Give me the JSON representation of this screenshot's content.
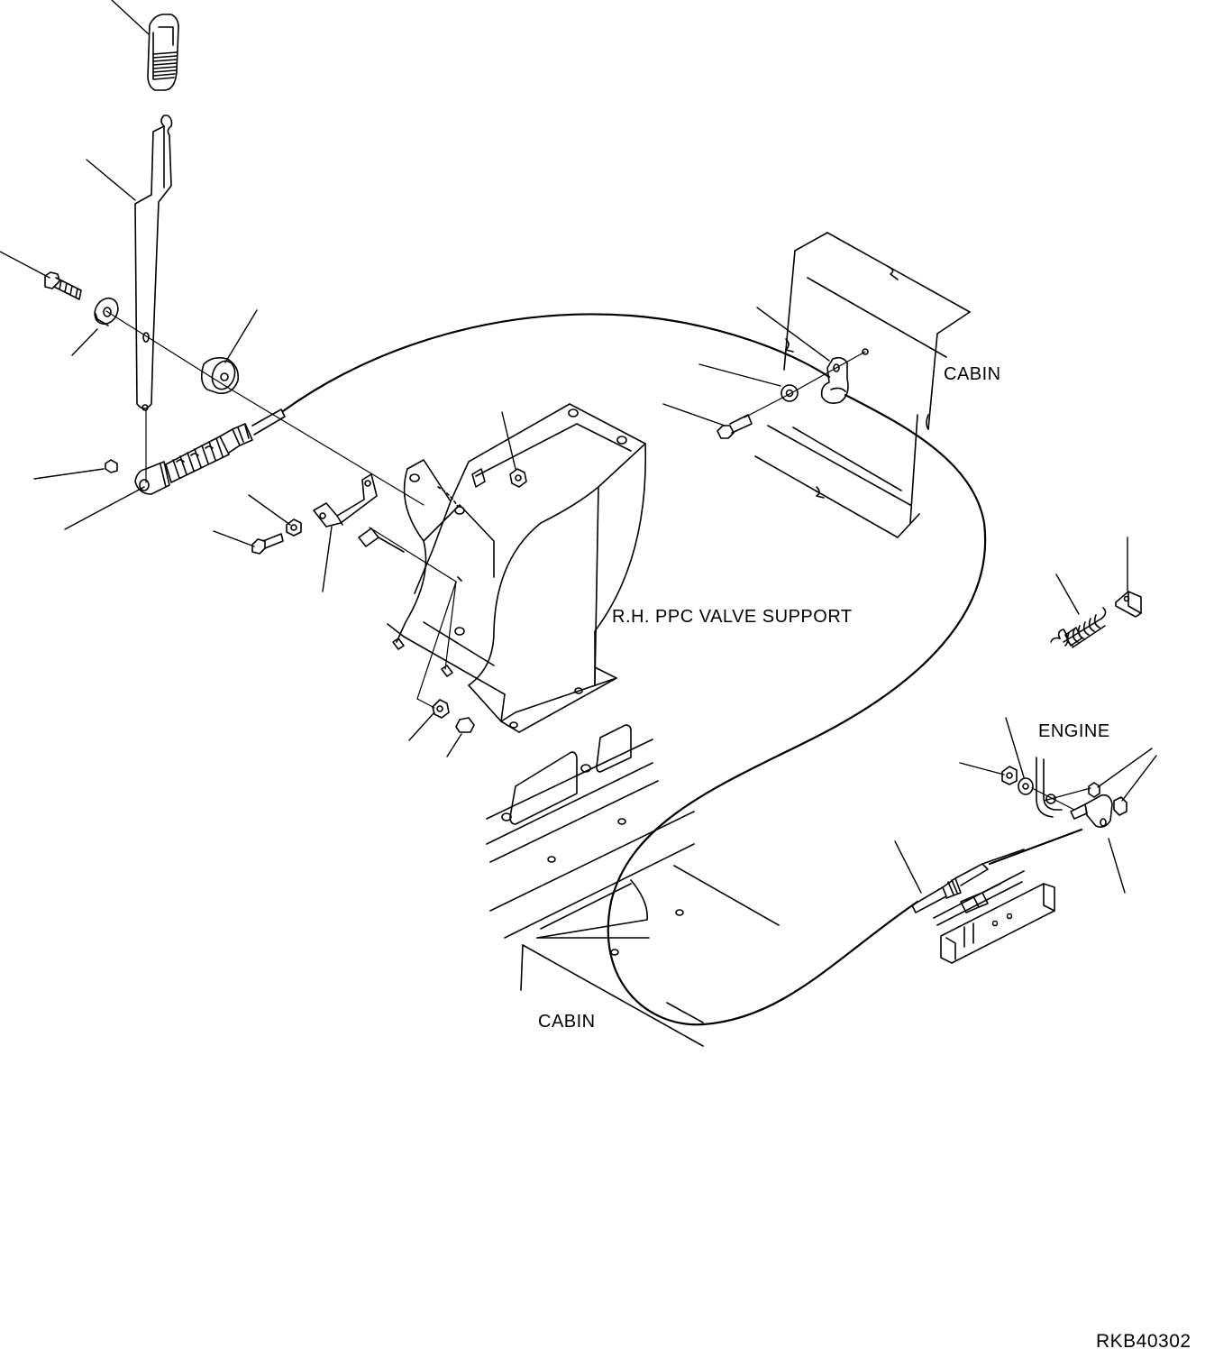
{
  "labels": {
    "cabin_upper": "CABIN",
    "cabin_lower": "CABIN",
    "valve_support": "R.H. PPC VALVE SUPPORT",
    "engine": "ENGINE",
    "drawing_number": "RKB40302"
  }
}
